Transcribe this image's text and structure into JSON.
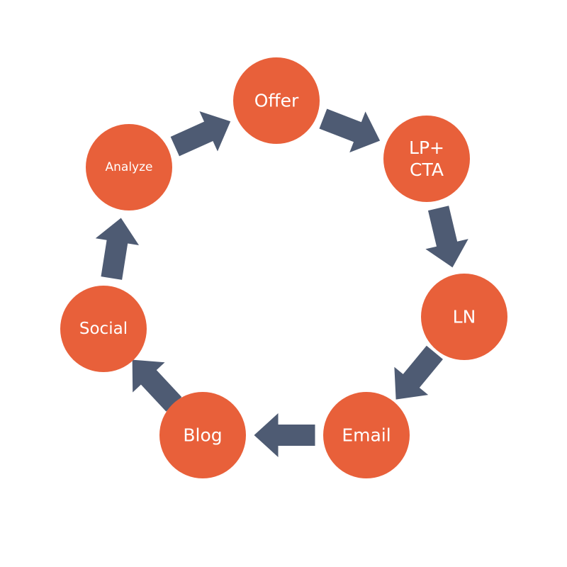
{
  "colors": {
    "node_fill": "#E8603A",
    "arrow_fill": "#4E5B73",
    "label_color": "#FFFFFF",
    "background": "#FFFFFF"
  },
  "cycle": {
    "nodes": [
      {
        "id": "offer",
        "lines": [
          "Offer"
        ]
      },
      {
        "id": "lp-cta",
        "lines": [
          "LP+",
          "CTA"
        ]
      },
      {
        "id": "ln",
        "lines": [
          "LN"
        ]
      },
      {
        "id": "email",
        "lines": [
          "Email"
        ]
      },
      {
        "id": "blog",
        "lines": [
          "Blog"
        ]
      },
      {
        "id": "social",
        "lines": [
          "Social"
        ]
      },
      {
        "id": "analyze",
        "lines": [
          "Analyze"
        ]
      }
    ],
    "edges": [
      {
        "from": "offer",
        "to": "lp-cta"
      },
      {
        "from": "lp-cta",
        "to": "ln"
      },
      {
        "from": "ln",
        "to": "email"
      },
      {
        "from": "email",
        "to": "blog"
      },
      {
        "from": "blog",
        "to": "social"
      },
      {
        "from": "social",
        "to": "analyze"
      },
      {
        "from": "analyze",
        "to": "offer"
      }
    ]
  }
}
